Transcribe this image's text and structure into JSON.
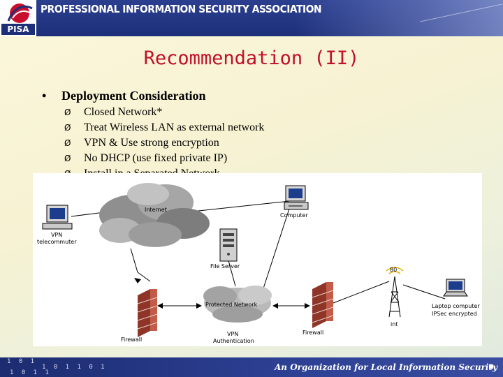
{
  "header": {
    "logo_text": "PISA",
    "org_name": "PROFESSIONAL INFORMATION SECURITY ASSOCIATION"
  },
  "slide": {
    "title": "Recommendation (II)",
    "main_bullet": "Deployment Consideration",
    "bullet_glyph": "•",
    "sub_bullet_glyph": "Ø",
    "sub_bullets": [
      "Closed Network*",
      "Treat Wireless LAN as external network",
      "VPN & Use strong encryption",
      "No DHCP (use fixed private IP)",
      "Install in a Separated Network"
    ]
  },
  "diagram": {
    "labels": {
      "internet": "Internet",
      "computer": "Computer",
      "vpn_telecommuter": [
        "VPN",
        "telecommuter"
      ],
      "file_server": "File Server",
      "protected_network": "Protected Network",
      "firewall_left": "Firewall",
      "firewall_right": "Firewall",
      "vpn_authentication": [
        "VPN",
        "Authentication"
      ],
      "tower_top": "80",
      "tower_bottom": "int",
      "laptop": [
        "Laptop computer",
        "IPSec encrypted"
      ]
    },
    "colors": {
      "firewall_brick": "#b5493a",
      "cloud": "#9a9a9a",
      "tower_signal": "#e0b000"
    }
  },
  "footer": {
    "binary_1": "1 0 1",
    "binary_2": "1 0 1 1 0 1",
    "binary_3": "1 0 1 1",
    "tagline": "An Organization for Local Information Security"
  },
  "colors": {
    "header_bg": "#1d2f78",
    "title_red": "#c0102a",
    "footer_bg": "#2c3f92"
  }
}
